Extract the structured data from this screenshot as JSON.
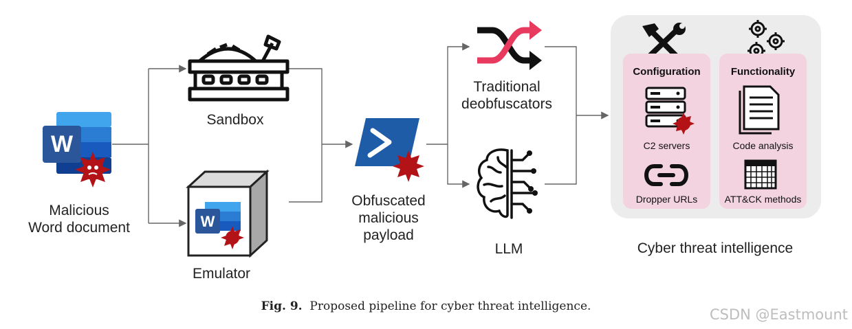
{
  "diagram": {
    "nodes": {
      "word_doc": {
        "label": "Malicious\nWord document",
        "icon": "word-document-icon",
        "badge": "malware-virus-icon"
      },
      "sandbox": {
        "label": "Sandbox",
        "icon": "sandbox-icon"
      },
      "emulator": {
        "label": "Emulator",
        "icon": "emulator-cube-icon"
      },
      "payload": {
        "label": "Obfuscated\nmalicious\npayload",
        "icon": "powershell-icon"
      },
      "traditional": {
        "label": "Traditional\ndeobfuscators",
        "icon": "shuffle-arrows-icon"
      },
      "llm": {
        "label": "LLM",
        "icon": "brain-circuit-icon"
      },
      "cti": {
        "label": "Cyber threat intelligence"
      }
    },
    "cti_panel": {
      "configuration": {
        "title": "Configuration",
        "icon": "tools-icon",
        "items": [
          "C2 servers",
          "Dropper URLs"
        ],
        "item_icons": [
          "server-icon",
          "link-icon"
        ]
      },
      "functionality": {
        "title": "Functionality",
        "icon": "gears-icon",
        "items": [
          "Code analysis",
          "ATT&CK methods"
        ],
        "item_icons": [
          "document-icon",
          "grid-table-icon"
        ]
      }
    },
    "colors": {
      "word_blue": "#2b579a",
      "powershell_blue": "#1f5ca8",
      "shuffle_red": "#e83a5f",
      "virus_red": "#b31217",
      "pink_box": "#f2d3df",
      "panel_gray": "#ececec"
    }
  },
  "caption": {
    "label": "Fig. 9.",
    "text": "Proposed pipeline for cyber threat intelligence."
  },
  "watermark": "CSDN @Eastmount"
}
